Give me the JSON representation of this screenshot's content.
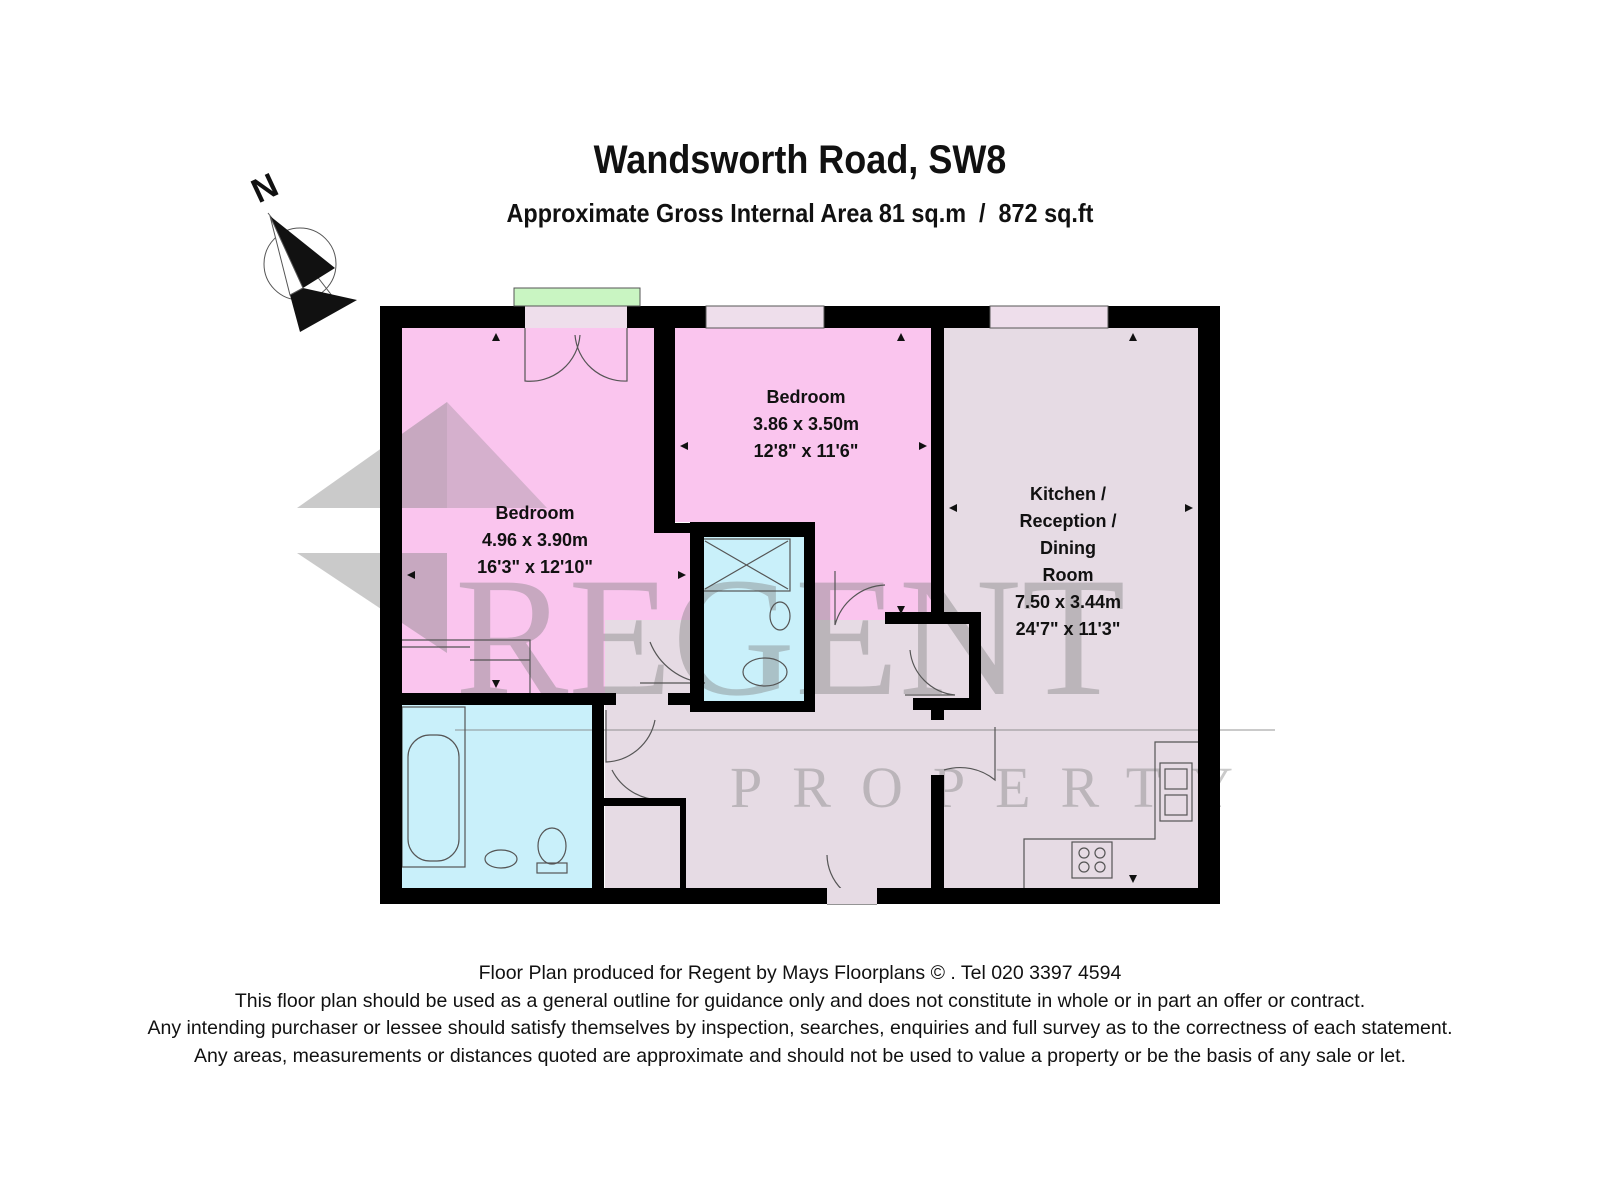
{
  "header": {
    "title": "Wandsworth Road, SW8",
    "subtitle": "Approximate Gross Internal Area 81 sq.m  /  872 sq.ft"
  },
  "compass": {
    "label": "N"
  },
  "watermark": {
    "brand": "REGENT",
    "tagline": "PROPERTY"
  },
  "rooms": {
    "bedroom1": {
      "name": "Bedroom",
      "metric": "4.96 x 3.90m",
      "imperial": "16'3\" x 12'10\""
    },
    "bedroom2": {
      "name": "Bedroom",
      "metric": "3.86 x 3.50m",
      "imperial": "12'8\" x 11'6\""
    },
    "kitchen": {
      "name_line1": "Kitchen /",
      "name_line2": "Reception /",
      "name_line3": "Dining",
      "name_line4": "Room",
      "metric": "7.50 x 3.44m",
      "imperial": "24'7\" x 11'3\""
    }
  },
  "colors": {
    "bedroom": "#fac5ee",
    "wet_room": "#c9f0fa",
    "living": "#e6dbe4",
    "wall": "#000000",
    "window": "#eedeeb",
    "balcony": "#c9f5c2"
  },
  "footer": {
    "line1": "Floor Plan produced for Regent by Mays Floorplans © . Tel 020 3397 4594",
    "line2": "This floor plan should be used as a general outline for guidance only and does not constitute in whole or in part an offer or contract.",
    "line3": "Any intending purchaser or lessee should satisfy themselves by inspection, searches, enquiries and full survey as to the correctness of each statement.",
    "line4": "Any areas, measurements or distances quoted are approximate and should not be used to value a property or be the basis of any sale or let."
  }
}
